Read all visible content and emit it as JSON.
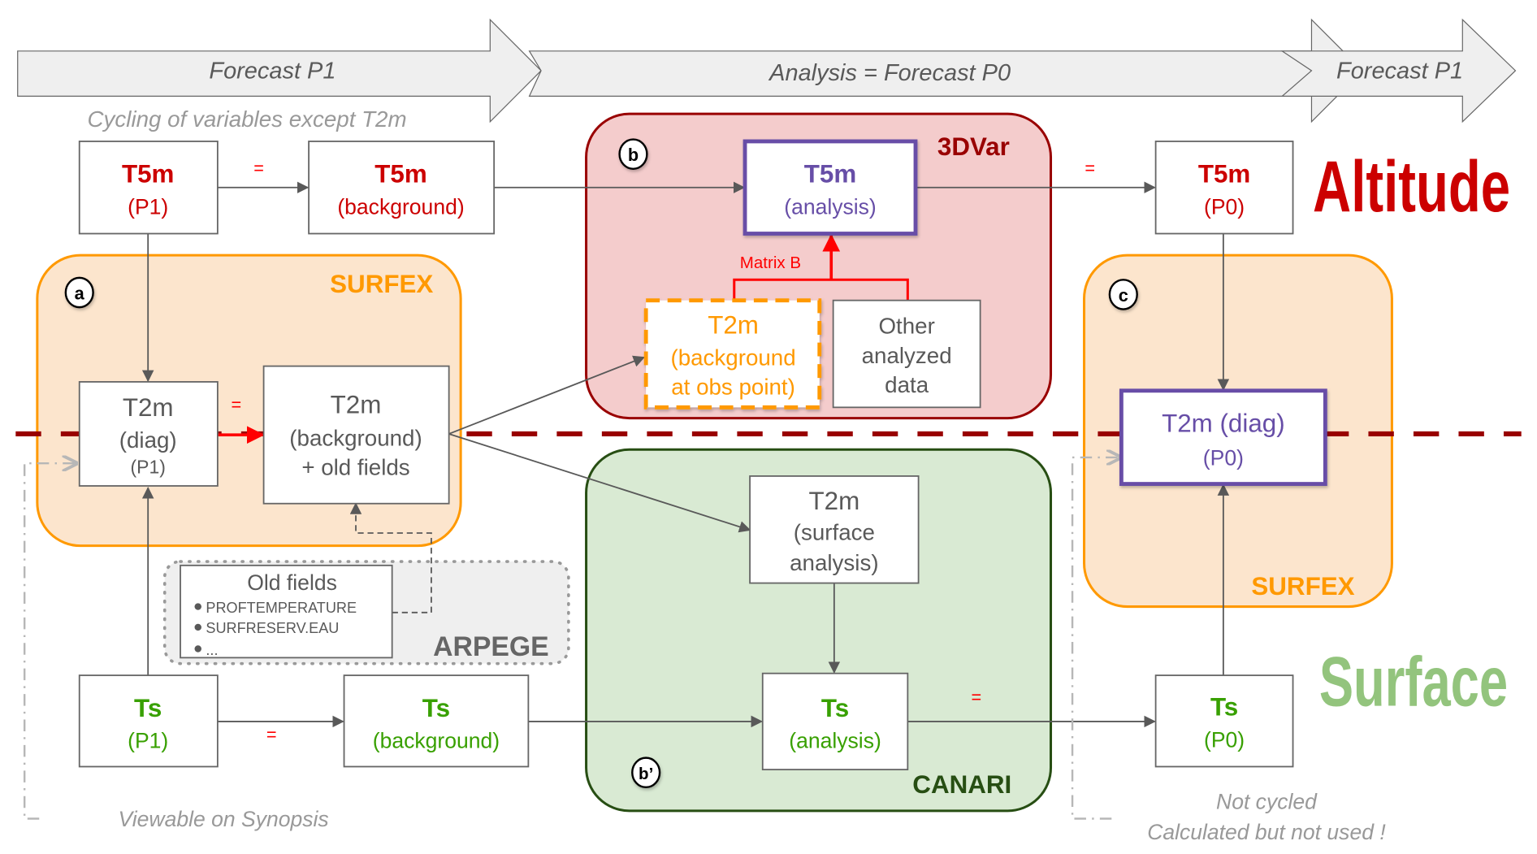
{
  "timeline": {
    "arrow1": "Forecast P1",
    "arrow2": "Analysis = Forecast P0",
    "arrow3": "Forecast P1",
    "cycling_note": "Cycling of variables except T2m"
  },
  "side_labels": {
    "altitude": "Altitude",
    "surface": "Surface"
  },
  "groups": {
    "surfex_a": {
      "title": "SURFEX",
      "marker": "a"
    },
    "var3d": {
      "title": "3DVar",
      "marker": "b"
    },
    "canari": {
      "title": "CANARI",
      "marker": "b’"
    },
    "surfex_c": {
      "title": "SURFEX",
      "marker": "c"
    },
    "arpege": {
      "title": "ARPEGE"
    }
  },
  "nodes": {
    "t5m_p1": {
      "line1": "T5m",
      "line2": "(P1)"
    },
    "t5m_bg": {
      "line1": "T5m",
      "line2": "(background)"
    },
    "t5m_an": {
      "line1": "T5m",
      "line2": "(analysis)"
    },
    "t5m_p0": {
      "line1": "T5m",
      "line2": "(P0)"
    },
    "t2m_diag_p1": {
      "line1": "T2m",
      "line2": "(diag)",
      "line3": "(P1)"
    },
    "t2m_bg_old": {
      "line1": "T2m",
      "line2": "(background)",
      "line3": "+ old fields"
    },
    "t2m_obs": {
      "line1": "T2m",
      "line2": "(background",
      "line3": "at obs point)"
    },
    "other": {
      "line1": "Other",
      "line2": "analyzed",
      "line3": "data"
    },
    "t2m_diag_p0": {
      "line1": "T2m (diag)",
      "line2": "(P0)"
    },
    "t2m_surf": {
      "line1": "T2m",
      "line2": "(surface",
      "line3": "analysis)"
    },
    "ts_p1": {
      "line1": "Ts",
      "line2": "(P1)"
    },
    "ts_bg": {
      "line1": "Ts",
      "line2": "(background)"
    },
    "ts_an": {
      "line1": "Ts",
      "line2": "(analysis)"
    },
    "ts_p0": {
      "line1": "Ts",
      "line2": "(P0)"
    },
    "old_fields": {
      "title": "Old fields",
      "items": [
        "PROFTEMPERATURE",
        "SURFRESERV.EAU",
        "..."
      ]
    }
  },
  "edge_labels": {
    "eq": "=",
    "matrix_b": "Matrix B"
  },
  "notes": {
    "viewable": "Viewable on Synopsis",
    "not_cycled": "Not cycled",
    "not_used": "Calculated but not used !"
  },
  "colors": {
    "red": "#cc0000",
    "dark_red": "#990000",
    "purple": "#674ea7",
    "orange": "#ff9900",
    "green": "#38a000",
    "dark_green": "#274e13",
    "surface_green": "#93c47d",
    "grey_text": "#595959",
    "light_grey_text": "#999999"
  }
}
